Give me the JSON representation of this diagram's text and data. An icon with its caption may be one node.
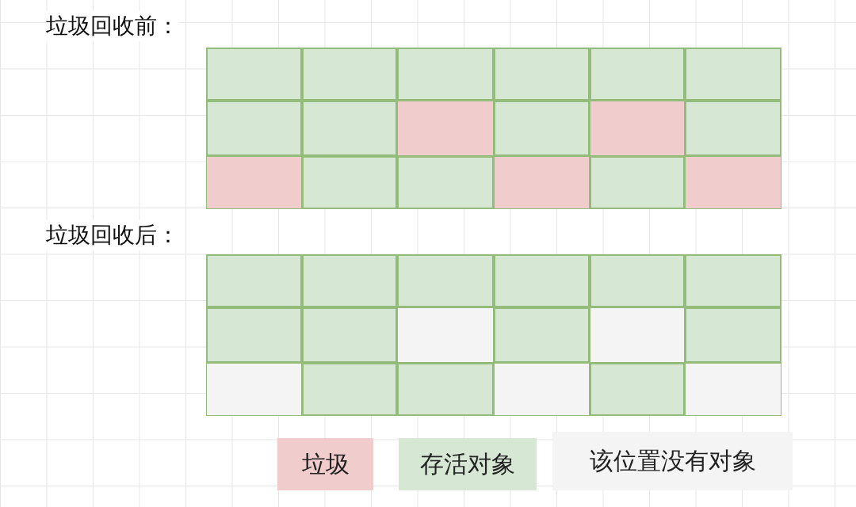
{
  "diagram": {
    "labels": [
      "垃圾回收前：",
      "垃圾回收后："
    ],
    "legend": [
      {
        "text": "垃圾",
        "color": "#f0cdcc"
      },
      {
        "text": "存活对象",
        "color": "#d6e7d4"
      },
      {
        "text": "该位置没有对象",
        "color": "#f4f4f4"
      }
    ]
  }
}
